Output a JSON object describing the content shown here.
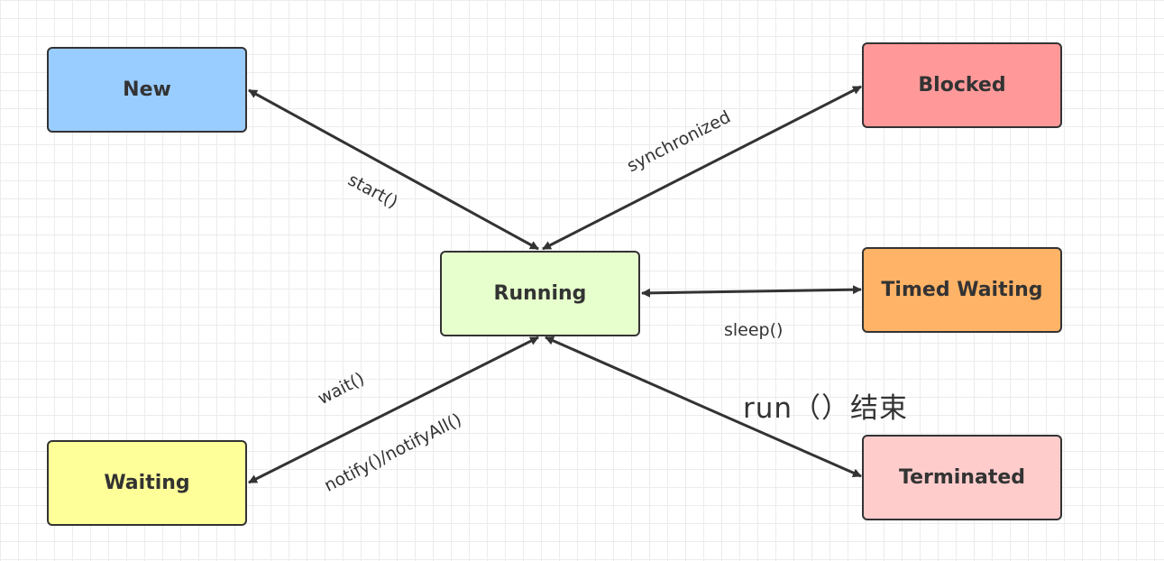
{
  "colors": {
    "stroke": "#333333",
    "new": "#99ccff",
    "running": "#e6ffcc",
    "blocked": "#ff9999",
    "timed_waiting": "#ffb366",
    "waiting": "#ffff99",
    "terminated": "#ffcccc"
  },
  "states": {
    "new": "New",
    "running": "Running",
    "blocked": "Blocked",
    "timed_waiting": "Timed Waiting",
    "waiting": "Waiting",
    "terminated": "Terminated"
  },
  "transitions": {
    "start": "start()",
    "synchronized": "synchronized",
    "sleep": "sleep()",
    "wait": "wait()",
    "notify": "notify()/notifyAll()",
    "run_end": "run（）结束"
  }
}
